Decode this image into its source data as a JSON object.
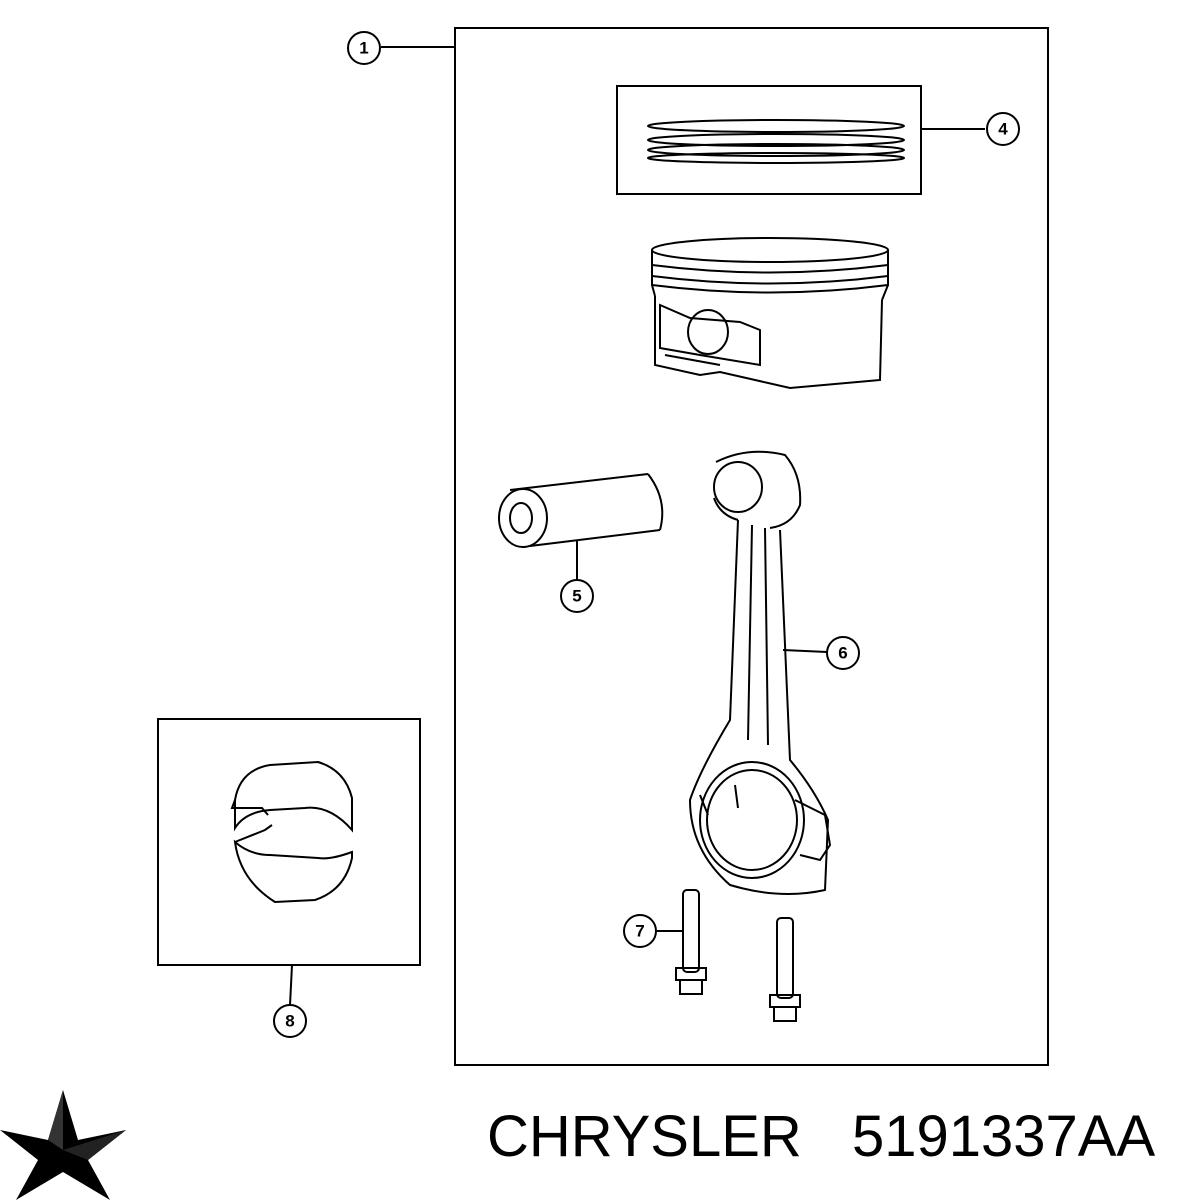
{
  "callouts": {
    "c1": "1",
    "c4": "4",
    "c5": "5",
    "c6": "6",
    "c7": "7",
    "c8": "8"
  },
  "footer": {
    "brand": "CHRYSLER",
    "part_number": "5191337AA",
    "logo_icon": "chrysler-pentastar-icon"
  },
  "colors": {
    "line": "#000000",
    "background": "#ffffff"
  }
}
